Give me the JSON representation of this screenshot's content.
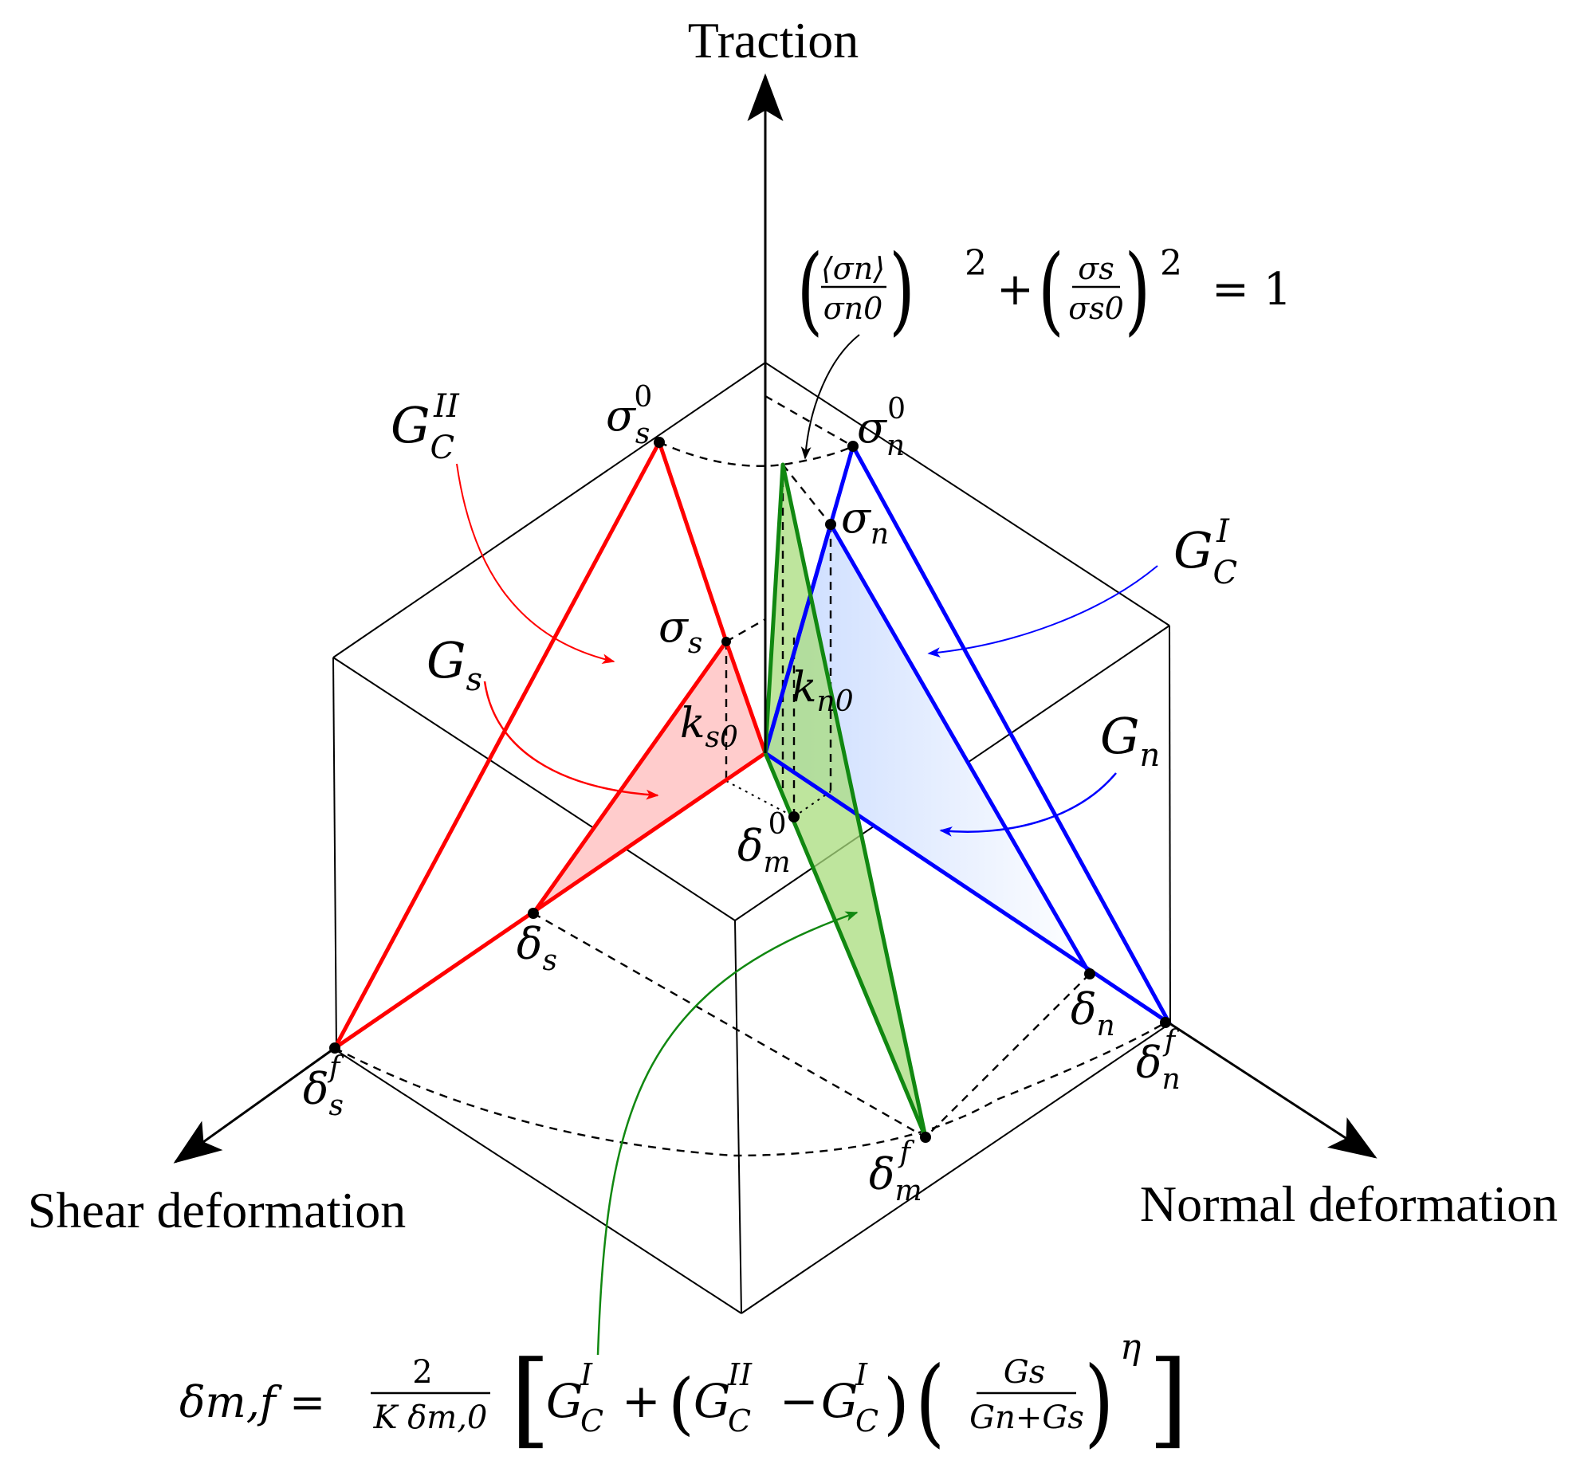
{
  "axes": {
    "traction": "Traction",
    "shear": "Shear deformation",
    "normal": "Normal deformation"
  },
  "points": {
    "sigma_s0": {
      "base": "σ",
      "sub": "s",
      "sup": "0"
    },
    "sigma_n0": {
      "base": "σ",
      "sub": "n",
      "sup": "0"
    },
    "sigma_s": {
      "base": "σ",
      "sub": "s",
      "sup": ""
    },
    "sigma_n": {
      "base": "σ",
      "sub": "n",
      "sup": ""
    },
    "delta_s": {
      "base": "δ",
      "sub": "s",
      "sup": ""
    },
    "delta_n": {
      "base": "δ",
      "sub": "n",
      "sup": ""
    },
    "delta_sf": {
      "base": "δ",
      "sub": "s",
      "sup": "f"
    },
    "delta_nf": {
      "base": "δ",
      "sub": "n",
      "sup": "f"
    },
    "delta_mf": {
      "base": "δ",
      "sub": "m",
      "sup": "f"
    },
    "delta_m0": {
      "base": "δ",
      "sub": "m",
      "sup": "0"
    },
    "ks0": {
      "base": "k",
      "sub": "s0",
      "sup": ""
    },
    "kn0": {
      "base": "k",
      "sub": "n0",
      "sup": ""
    }
  },
  "energies": {
    "gc2": {
      "base": "G",
      "sub": "C",
      "sup": "II"
    },
    "gc1": {
      "base": "G",
      "sub": "C",
      "sup": "I"
    },
    "gs": {
      "base": "G",
      "sub": "s",
      "sup": ""
    },
    "gn": {
      "base": "G",
      "sub": "n",
      "sup": ""
    }
  },
  "equations": {
    "criterion": {
      "num1": "⟨σn⟩",
      "den1": "σn0",
      "num2": "σs",
      "den2": "σs0",
      "power": "2",
      "rhs": "= 1"
    },
    "delta_mf": {
      "lhs": "δm,f =",
      "frac_num": "2",
      "frac_den": "K δm,0",
      "exponent": "η"
    }
  },
  "colors": {
    "shear": "#ff0000",
    "normal": "#0000ff",
    "mixed": "#118811",
    "shear_fill": "#ffcccc",
    "normal_fill": "#dbe8ff",
    "mixed_fill": "#a8dc7c"
  }
}
